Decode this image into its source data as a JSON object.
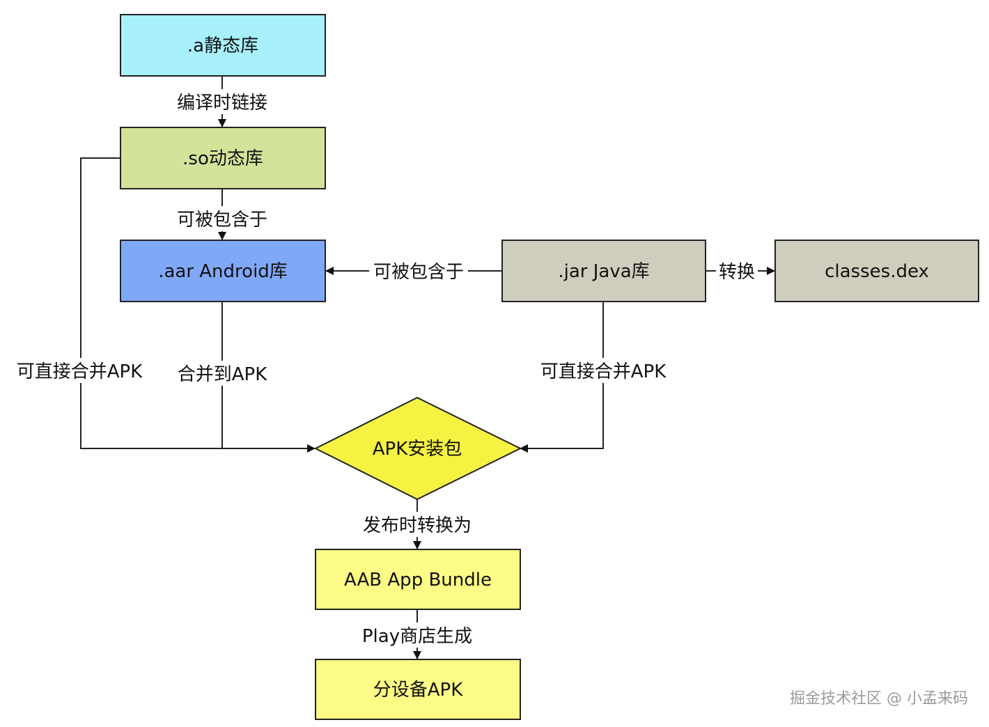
{
  "nodes": {
    "static_lib": ".a静态库",
    "so_lib": ".so动态库",
    "aar_lib": ".aar Android库",
    "jar_lib": ".jar Java库",
    "classes_dex": "classes.dex",
    "apk": "APK安装包",
    "aab": "AAB App Bundle",
    "split_apk": "分设备APK"
  },
  "edges": {
    "compile_link": "编译时链接",
    "included_in_1": "可被包含于",
    "included_in_2": "可被包含于",
    "convert": "转换",
    "merge_direct_left": "可直接合并APK",
    "merge_to_apk": "合并到APK",
    "merge_direct_right": "可直接合并APK",
    "publish_convert": "发布时转换为",
    "play_generate": "Play商店生成"
  },
  "watermark": "掘金技术社区 @ 小孟来码",
  "colors": {
    "static_lib": "#a8f0fc",
    "so_lib": "#d4e39a",
    "aar_lib": "#80a8f8",
    "jar_lib": "#cfcdbd",
    "classes_dex": "#cfcdbd",
    "apk": "#f5f242",
    "aab": "#fbfb85",
    "split_apk": "#fbfb85"
  }
}
